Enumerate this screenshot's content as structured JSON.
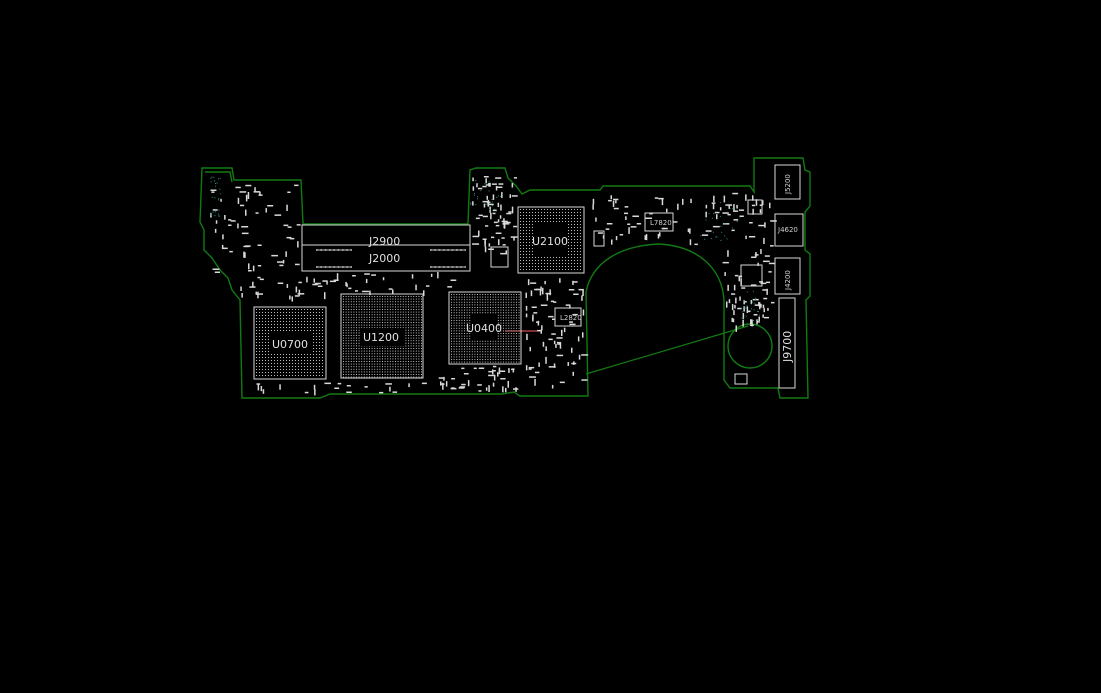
{
  "board": {
    "colors": {
      "background": "#000000",
      "outline": "#127a12",
      "component": "#d8d8d8",
      "label": "#e0e0e0",
      "via": "#2f8f88",
      "ratsnest": "#ff6060"
    }
  },
  "labels": {
    "j2900": "J2900",
    "j2000": "J2000",
    "u2100": "U2100",
    "u0700": "U0700",
    "u1200": "U1200",
    "u0400": "U0400",
    "l7820": "L7820",
    "l2820": "L2820",
    "j5200": "J5200",
    "j4620": "J4620",
    "j4200": "J4200",
    "j9700": "J9700"
  }
}
